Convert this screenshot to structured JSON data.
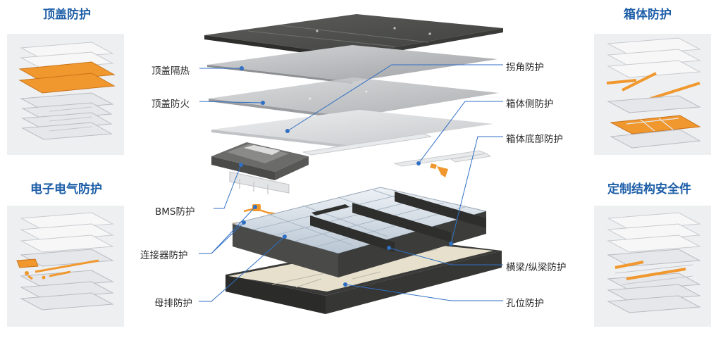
{
  "corners": {
    "top_left": "顶盖防护",
    "top_right": "箱体防护",
    "bottom_left": "电子电气防护",
    "bottom_right": "定制结构安全件"
  },
  "callouts_left": {
    "top_cover_insulation": "顶盖隔热",
    "top_cover_fireproof": "顶盖防火",
    "bms": "BMS防护",
    "connector": "连接器防护",
    "busbar": "母排防护"
  },
  "callouts_right": {
    "corner": "拐角防护",
    "side": "箱体侧防护",
    "bottom": "箱体底部防护",
    "beam": "横梁/纵梁防护",
    "hole": "孔位防护"
  },
  "colors": {
    "title_blue": "#1e5fa8",
    "leader_blue": "#2f6fc4",
    "highlight_orange": "#f0982e"
  }
}
